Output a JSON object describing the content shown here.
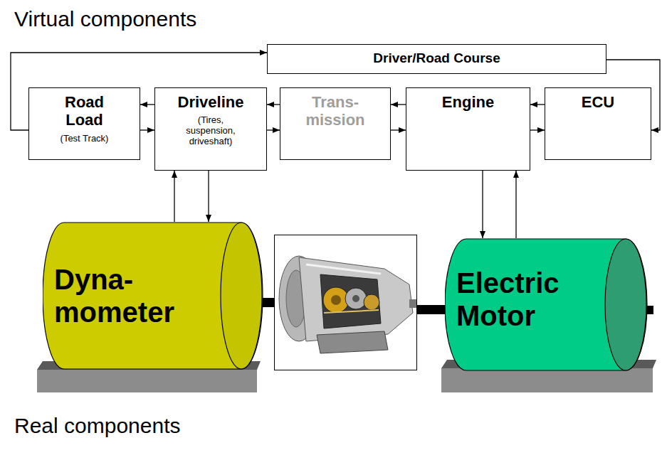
{
  "diagram": {
    "nodes": [
      {
        "text": [
          "Driver/Road Course"
        ]
      },
      {
        "text": [
          "Road Load",
          "(Test Track)"
        ]
      },
      {
        "text": [
          "Driveline",
          "(Tires, suspension, driveshaft)"
        ]
      },
      {
        "text": [
          "Trans- mission"
        ]
      },
      {
        "text": [
          "Engine"
        ]
      },
      {
        "text": [
          "ECU"
        ]
      },
      {
        "text": [
          "Dyna- mometer"
        ]
      },
      {
        "text": [
          "Electric Motor"
        ]
      }
    ],
    "edges": [
      {
        "from": 1,
        "to": 0,
        "arrow": "to"
      },
      {
        "from": 0,
        "to": 5,
        "arrow": "to"
      },
      {
        "from": 2,
        "to": 1,
        "arrow": "to"
      },
      {
        "from": 1,
        "to": 2,
        "arrow": "to"
      },
      {
        "from": 3,
        "to": 2,
        "arrow": "to"
      },
      {
        "from": 2,
        "to": 3,
        "arrow": "to"
      },
      {
        "from": 4,
        "to": 3,
        "arrow": "to"
      },
      {
        "from": 3,
        "to": 4,
        "arrow": "to"
      },
      {
        "from": 5,
        "to": 4,
        "arrow": "to"
      },
      {
        "from": 4,
        "to": 5,
        "arrow": "to"
      },
      {
        "from": 6,
        "to": 2,
        "arrow": "to"
      },
      {
        "from": 2,
        "to": 6,
        "arrow": "to"
      },
      {
        "from": 4,
        "to": 7,
        "arrow": "to"
      },
      {
        "from": 7,
        "to": 4,
        "arrow": "to"
      }
    ],
    "labels": [
      "Virtual components",
      "Real components"
    ]
  }
}
